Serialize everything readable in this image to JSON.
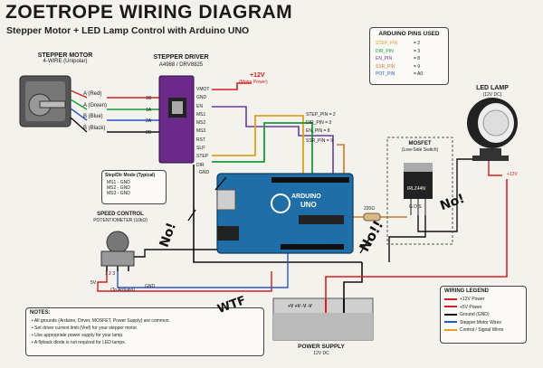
{
  "header": {
    "title": "ZOETROPE WIRING DIAGRAM",
    "subtitle": "Stepper Motor + LED Lamp Control with Arduino UNO"
  },
  "stepper_motor": {
    "title": "STEPPER MOTOR",
    "subtitle": "4-WIRE (Unipolar)",
    "wires": [
      {
        "label": "A (Red)",
        "pin": "1B",
        "color": "#d62020"
      },
      {
        "label": "A (Green)",
        "pin": "1A",
        "color": "#1a9a3a"
      },
      {
        "label": "B (Blue)",
        "pin": "2A",
        "color": "#2a55c8"
      },
      {
        "label": "B (Black)",
        "pin": "2B",
        "color": "#111111"
      }
    ]
  },
  "driver": {
    "title": "STEPPER DRIVER",
    "subtitle": "A4988 / DRV8825",
    "pins_right": [
      "VMOT",
      "GND",
      "EN",
      "MS1",
      "MS2",
      "MS3",
      "RST",
      "SLP",
      "STEP",
      "DIR"
    ],
    "pins_left": [
      "1B",
      "1A",
      "2A",
      "2B"
    ],
    "gnd_label": "GND",
    "power_label": "+12V",
    "power_sub": "(Motor Power)"
  },
  "step_mode": {
    "title": "Step/Dir Mode (Typical)",
    "lines": [
      "MS1 - GND",
      "MS2 - GND",
      "MS3 - GND"
    ]
  },
  "signals": [
    "STEP_PIN = 2",
    "DIR_PIN = 3",
    "EN_PIN = 8",
    "SSR_PIN = 9"
  ],
  "arduino": {
    "label": "ARDUINO",
    "model": "UNO"
  },
  "pins_box": {
    "title": "ARDUINO PINS USED",
    "rows": [
      {
        "name": "STEP_PIN",
        "value": "= 2",
        "color": "#e0a020"
      },
      {
        "name": "DIR_PIN",
        "value": "= 3",
        "color": "#1a9a3a"
      },
      {
        "name": "EN_PIN",
        "value": "= 8",
        "color": "#6a3aa0"
      },
      {
        "name": "SSR_PIN",
        "value": "= 9",
        "color": "#d0782a"
      },
      {
        "name": "POT_PIN",
        "value": "= A0",
        "color": "#2a55c8"
      }
    ]
  },
  "led_lamp": {
    "title": "LED LAMP",
    "sub": "(12V DC)",
    "power": "+12V"
  },
  "mosfet": {
    "title": "MOSFET",
    "sub": "(Low-Side Switch)",
    "part": "IRLZ44N",
    "pins": "G  D  S"
  },
  "resistor": "220Ω",
  "speed": {
    "title": "SPEED CONTROL",
    "sub": "POTENTIOMETER (10kΩ)",
    "pins": "1   2   3",
    "v5": "5V",
    "to_arduino": "(To Arduino)",
    "gnd": "GND"
  },
  "notes": {
    "title": "NOTES:",
    "items": [
      "All grounds (Arduino, Driver, MOSFET, Power Supply) are common.",
      "Set driver current limit (Vref) for your stepper motor.",
      "Use appropriate power supply for your lamp.",
      "A flyback diode is not required for LED lamps."
    ]
  },
  "psu": {
    "title": "POWER SUPPLY",
    "sub": "12V DC",
    "terms": "+V  +V   -V  -V"
  },
  "legend": {
    "title": "WIRING LEGEND",
    "items": [
      {
        "label": "+12V Power",
        "color": "#d62020"
      },
      {
        "label": "+5V Power",
        "color": "#d62020"
      },
      {
        "label": "Ground (GND)",
        "color": "#111111"
      },
      {
        "label": "Stepper Motor Wires",
        "color": "#2a55c8"
      },
      {
        "label": "Control / Signal Wires",
        "color": "#e0a020"
      }
    ]
  },
  "scribbles": [
    "No!",
    "No!!",
    "No!",
    "WTF"
  ]
}
